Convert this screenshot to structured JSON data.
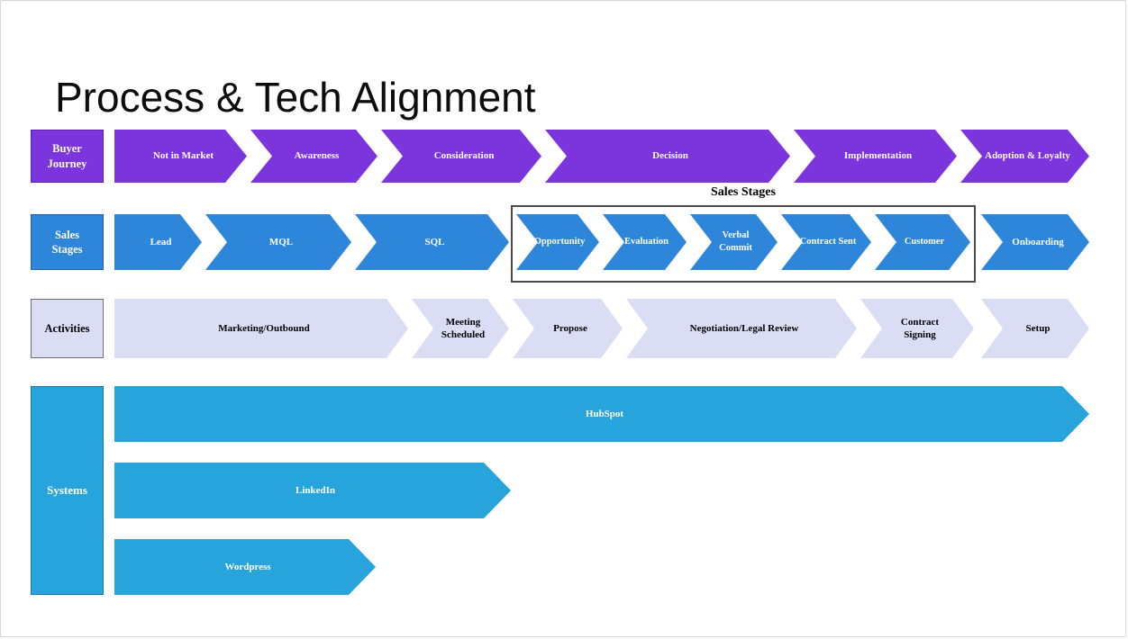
{
  "title": "Process & Tech Alignment",
  "colors": {
    "buyer_journey": "#7c35dd",
    "sales_stages": "#2e86db",
    "activities": "#dbddf5",
    "systems": "#27a4dc",
    "group_border": "#4a4a4a"
  },
  "rows": {
    "buyer_journey": {
      "label": "Buyer Journey",
      "items": [
        "Not in Market",
        "Awareness",
        "Consideration",
        "Decision",
        "Implementation",
        "Adoption & Loyalty"
      ]
    },
    "sales_stages": {
      "label": "Sales Stages",
      "group_title": "Sales Stages",
      "items_pre": [
        "Lead",
        "MQL",
        "SQL"
      ],
      "items_group": [
        "Opportunity",
        "Evaluation",
        "Verbal Commit",
        "Contract Sent",
        "Customer"
      ],
      "items_post": [
        "Onboarding"
      ]
    },
    "activities": {
      "label": "Activities",
      "items": [
        "Marketing/Outbound",
        "Meeting Scheduled",
        "Propose",
        "Negotiation/Legal Review",
        "Contract Signing",
        "Setup"
      ]
    },
    "systems": {
      "label": "Systems",
      "items": [
        "HubSpot",
        "LinkedIn",
        "Wordpress"
      ]
    }
  }
}
